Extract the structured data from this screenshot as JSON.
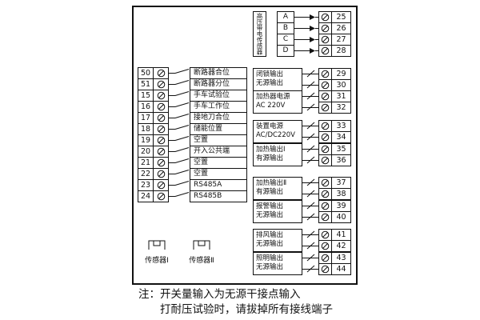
{
  "colors": {
    "line": "#111111",
    "background": "#ffffff"
  },
  "left_inputs": {
    "rows": [
      {
        "number": "50",
        "label": "断路器合位"
      },
      {
        "number": "51",
        "label": "断路器分位"
      },
      {
        "number": "15",
        "label": "手车试验位"
      },
      {
        "number": "16",
        "label": "手车工作位"
      },
      {
        "number": "17",
        "label": "接地刀合位"
      },
      {
        "number": "18",
        "label": "储能位置"
      },
      {
        "number": "19",
        "label": "空置"
      },
      {
        "number": "20",
        "label": "开入公共端"
      },
      {
        "number": "21",
        "label": "空置"
      },
      {
        "number": "22",
        "label": "空置"
      },
      {
        "number": "23",
        "label": "RS485A"
      },
      {
        "number": "24",
        "label": "RS485B"
      }
    ]
  },
  "hv_sensor": {
    "label": "高压带电传感器",
    "phases": [
      "A",
      "B",
      "C",
      "D"
    ],
    "terminals": [
      "25",
      "26",
      "27",
      "28"
    ]
  },
  "right_groups": [
    {
      "lines": [
        "闭锁输出",
        "无源输出"
      ],
      "terminals": [
        "29",
        "30"
      ]
    },
    {
      "lines": [
        "加热器电源",
        "AC 220V"
      ],
      "terminals": [
        "31",
        "32"
      ]
    },
    {
      "lines": [
        "装置电源",
        "AC/DC220V"
      ],
      "terminals": [
        "33",
        "34"
      ]
    },
    {
      "lines": [
        "加热输出Ⅰ",
        "有源输出"
      ],
      "terminals": [
        "35",
        "36"
      ]
    },
    {
      "lines": [
        "加热输出Ⅱ",
        "有源输出"
      ],
      "terminals": [
        "37",
        "38"
      ]
    },
    {
      "lines": [
        "报警输出",
        "无源输出"
      ],
      "terminals": [
        "39",
        "40"
      ]
    },
    {
      "lines": [
        "排风输出",
        "无源输出"
      ],
      "terminals": [
        "41",
        "42"
      ]
    },
    {
      "lines": [
        "照明输出",
        "无源输出"
      ],
      "terminals": [
        "43",
        "44"
      ]
    }
  ],
  "sensors": {
    "sensor1": "传感器Ⅰ",
    "sensor2": "传感器Ⅱ"
  },
  "note": {
    "line1": "注：开关量输入为无源干接点输入",
    "line2": "打耐压试验时，请拔掉所有接线端子"
  }
}
